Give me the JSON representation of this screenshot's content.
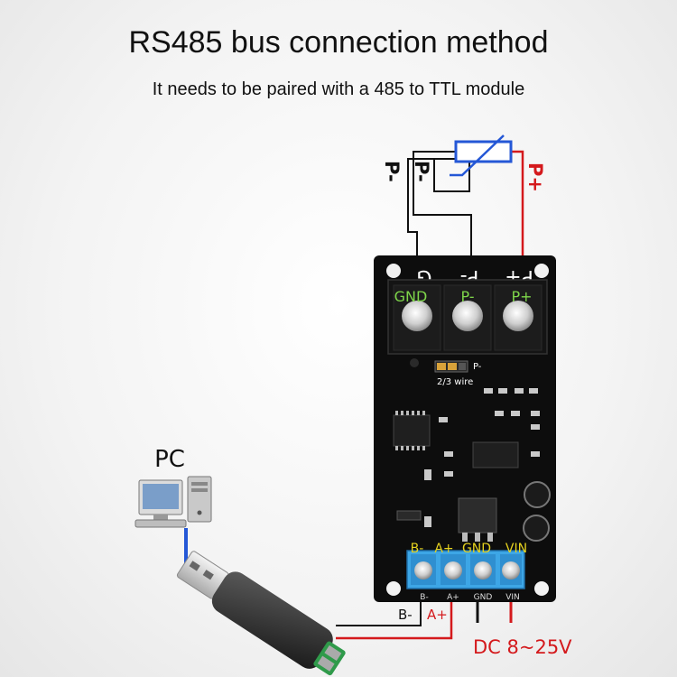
{
  "title": "RS485 bus connection method",
  "subtitle": "It needs to be paired with a 485 to TTL module",
  "colors": {
    "power_positive": "#d4191c",
    "wire_black": "#111111",
    "pc_wire_blue": "#2457d6",
    "board": "#0d0d0d",
    "terminal_blue": "#3da6e6",
    "label_green": "#7ed64a",
    "label_yellow": "#e6d21e"
  },
  "sensor": {
    "left_lead_label": "P-",
    "right_lead_label": "P+"
  },
  "top_leads": {
    "extra_label": "P-"
  },
  "board": {
    "silk_top": [
      "G",
      "P-",
      "P+"
    ],
    "overlay_top": [
      "GND",
      "P-",
      "P+"
    ],
    "jumper_label": "P-",
    "jumper_mode": "2/3 wire",
    "overlay_bottom": [
      "B-",
      "A+",
      "GND",
      "VIN"
    ],
    "silk_bottom": [
      "B-",
      "A+",
      "GND",
      "VIN"
    ]
  },
  "pc": {
    "label": "PC",
    "icon": "desktop-computer-icon"
  },
  "usb_adapter": {
    "icon": "usb-to-rs485-adapter-icon"
  },
  "wire_labels": {
    "b_minus": "B-",
    "a_plus": "A+",
    "power": "DC 8~25V"
  }
}
